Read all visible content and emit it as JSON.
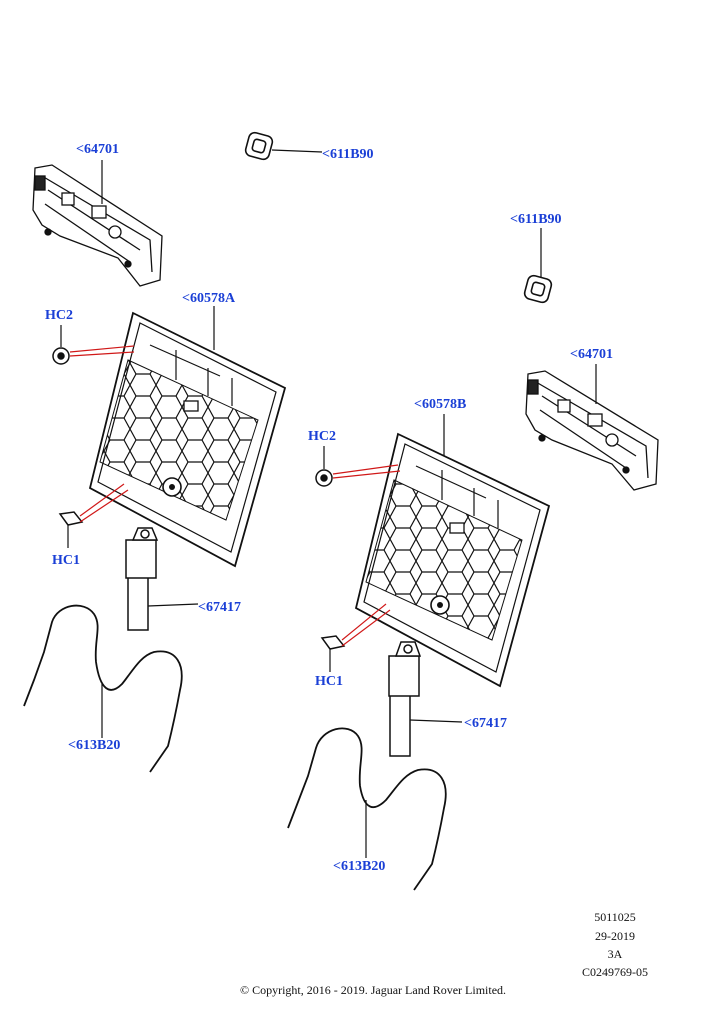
{
  "callouts": {
    "p64701_left": "<64701",
    "p611b90_top": "<611B90",
    "p611b90_right": "<611B90",
    "p60578a": "<60578A",
    "p64701_right": "<64701",
    "hc2_left": "HC2",
    "p60578b": "<60578B",
    "hc2_right": "HC2",
    "hc1_left": "HC1",
    "p67417_left": "<67417",
    "hc1_right": "HC1",
    "p67417_right": "<67417",
    "p613b20_left": "<613B20",
    "p613b20_right": "<613B20"
  },
  "meta": {
    "line1": "5011025",
    "line2": "29-2019",
    "line3": "3A",
    "line4": "C0249769-05"
  },
  "copyright": "© Copyright, 2016 - 2019. Jaguar Land Rover Limited.",
  "colors": {
    "callout": "#1a3fd6",
    "leader_red": "#d01818",
    "line": "#111111"
  }
}
